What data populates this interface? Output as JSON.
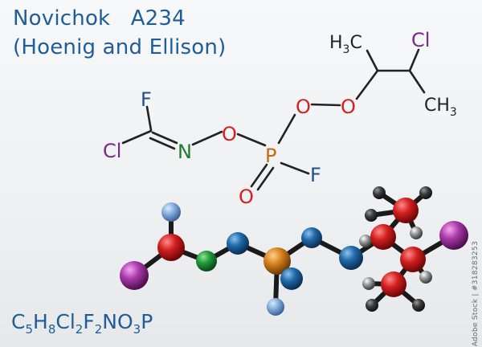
{
  "title_line1": "Novichok   A234",
  "title_line2": "(Hoenig and Ellison)",
  "formula": [
    "C",
    "5",
    "H",
    "8",
    "Cl",
    "2",
    "F",
    "2",
    "NO",
    "3",
    "P"
  ],
  "side_credit": "Adobe Stock | #318283253",
  "labels": {
    "F_top": "F",
    "Cl_left": "Cl",
    "N": "N",
    "O_1": "O",
    "P": "P",
    "F_right": "F",
    "O_double": "O",
    "O_2": "O",
    "O_3": "O",
    "H3C": "H",
    "H3C_sub": "3",
    "H3C_C": "C",
    "Cl_right": "Cl",
    "CH3": "CH",
    "CH3_sub": "3"
  },
  "colors": {
    "title": "#1f5d99",
    "halogen_cl": "#7a2a8a",
    "nitrogen": "#1f7a2f",
    "oxygen": "#d62020",
    "phosphorus": "#c36b14",
    "fluorine": "#1f4e8a",
    "carbon_text": "#222222"
  }
}
